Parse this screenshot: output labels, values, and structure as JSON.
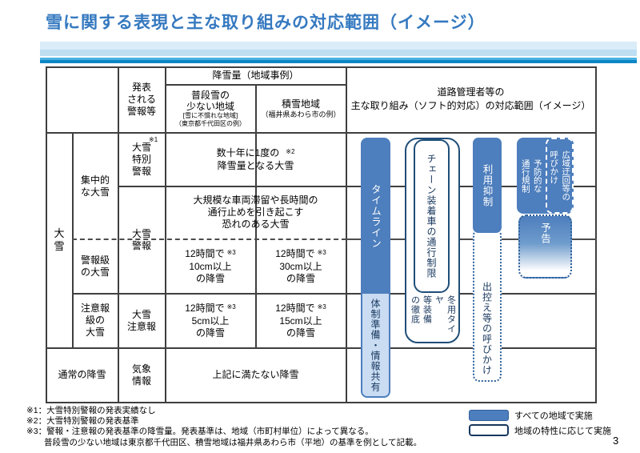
{
  "title": "雪に関する表現と主な取り組みの対応範囲（イメージ）",
  "page_number": "3",
  "colors": {
    "accent_blue": "#4d7ebd",
    "light_blue": "#c9dcf2",
    "navy_border": "#1f4e79",
    "title_blue": "#3579c0"
  },
  "table": {
    "header": {
      "warn_col": "発表\nされる\n警報等",
      "snowfall_group": "降雪量（地域事例）",
      "little_snow_main": "普段雪の\n少ない地域",
      "little_snow_sub1": "[雪に不慣れな地域]",
      "little_snow_sub2": "（東京都千代田区の例）",
      "snowy_main": "積雪地域",
      "snowy_sub": "（福井県あわら市の例）",
      "road": "道路管理者等の\n主な取り組み（ソフト的対応）の対応範囲（イメージ）"
    },
    "rows": {
      "heavy": "大\n雪",
      "intensive": "集中的\nな大雪",
      "warn_level": "警報級\nの大雪",
      "advisory_level": "注意報\n級の\n大雪",
      "special_warning": {
        "label": "大雪\n特別\n警報",
        "note": "※1"
      },
      "warning": "大雪\n警報",
      "advisory": "大雪\n注意報",
      "normal": "通常の降雪",
      "weather_info": "気象\n情報",
      "once_decades": {
        "line1": "数十年に1度の",
        "note": "※2",
        "line2": "降雪量となる大雪"
      },
      "large_scale": "大規模な車両滞留や長時間の\n通行止めを引き起こす\n恐れのある大雪",
      "cm10": {
        "line1": "12時間で",
        "note": "※3",
        "line2": "10cm以上\nの降雪"
      },
      "cm30": {
        "line1": "12時間で",
        "note": "※3",
        "line2": "30cm以上\nの降雪"
      },
      "cm5": {
        "line1": "12時間で",
        "note": "※3",
        "line2": "5cm以上\nの降雪"
      },
      "cm15": {
        "line1": "12時間で",
        "note": "※3",
        "line2": "15cm以上\nの降雪"
      },
      "not_meet": "上記に満たない降雪"
    }
  },
  "measures": {
    "timeline": "タイムライン",
    "preparation": "体制準備・情報共有",
    "chain_restriction": "チェーン装着車の通行制限",
    "winter_tire": "冬用タイヤ\n等装備\nの徹底",
    "use_restraint": "利用抑制",
    "refrain_call": "出控え等の呼びかけ",
    "preventive": "予防的な\n通行規制",
    "detour_call": "広域迂回等の\n呼びかけ",
    "notice": "予告"
  },
  "legend": [
    {
      "label": "すべての地域で実施"
    },
    {
      "label": "地域の特性に応じて実施"
    }
  ],
  "footnotes": [
    "※1：大雪特別警報の発表実績なし",
    "※2：大雪特別警報の発表基準",
    "※3：警報・注意報の発表基準の降雪量。発表基準は、地域（市町村単位）によって異なる。",
    "普段雪の少ない地域は東京都千代田区、積雪地域は福井県あわら市（平地）の基準を例として記載。"
  ]
}
